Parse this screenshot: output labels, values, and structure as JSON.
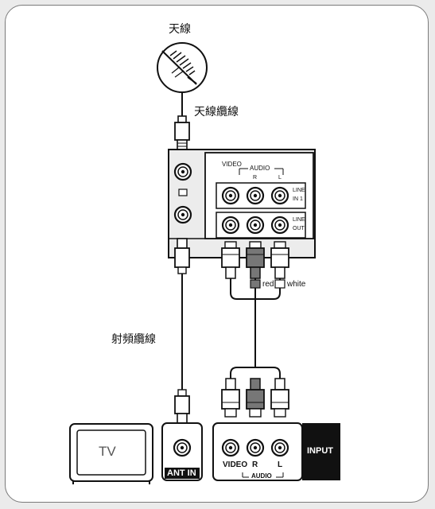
{
  "labels": {
    "antenna": "天線",
    "antenna_cable": "天線纜線",
    "rf_cable": "射頻纜線",
    "tv": "TV",
    "ant_in": "ANT IN",
    "input": "INPUT"
  },
  "device_panel": {
    "video": "VIDEO",
    "audio": "AUDIO",
    "r": "R",
    "l": "L",
    "line_in_1": "LINE",
    "line_in_2": "IN 1",
    "line_out_1": "LINE",
    "line_out_2": "OUT"
  },
  "cables": {
    "red": "red",
    "white": "white"
  },
  "tv_panel": {
    "video": "VIDEO",
    "r": "R",
    "l": "L",
    "audio": "AUDIO"
  },
  "colors": {
    "line": "#111111",
    "input_bg": "#111111",
    "panel": "#ececec"
  }
}
